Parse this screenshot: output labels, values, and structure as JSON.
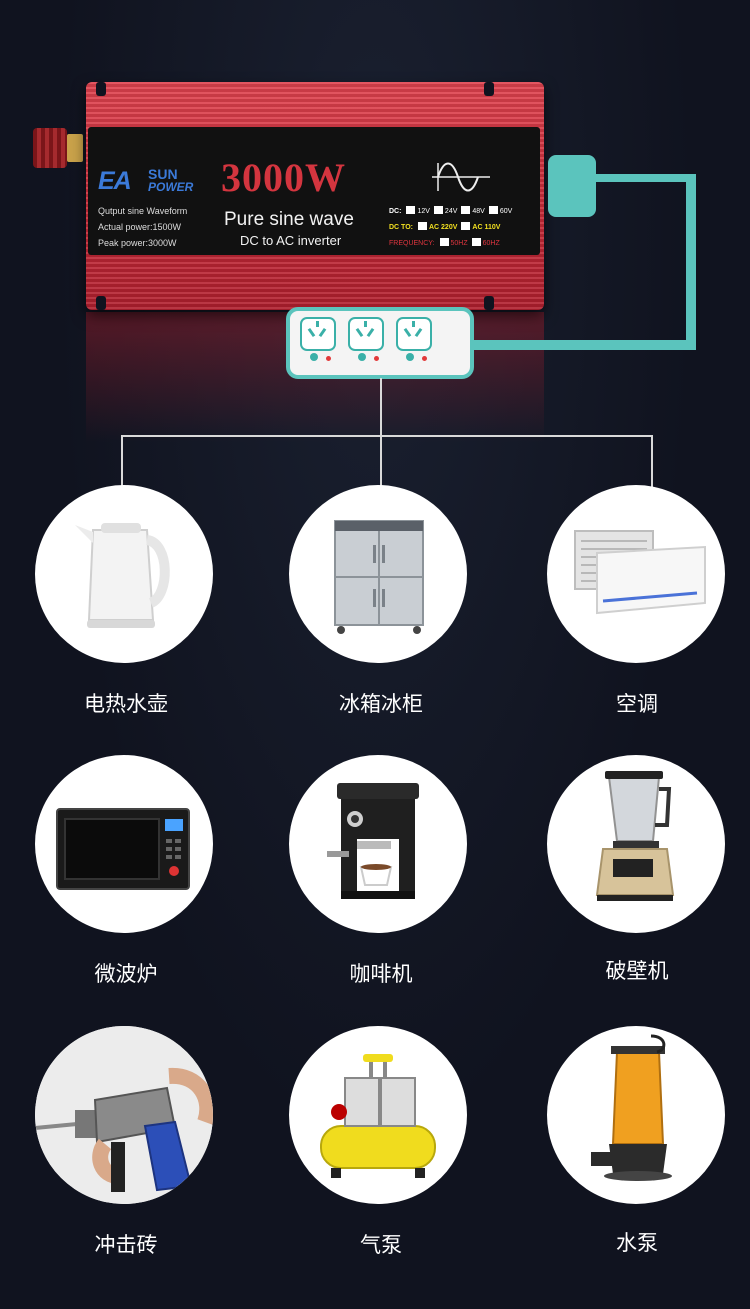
{
  "inverter": {
    "brand_main": "EA",
    "brand_sun": "SUN",
    "brand_power": "POWER",
    "spec_lines": [
      "Qutput sine Waveform",
      "Actual power:1500W",
      "Peak power:3000W"
    ],
    "wattage": "3000W",
    "subtitle": "Pure sine wave",
    "subtitle2": "DC to AC inverter",
    "dc_label": "DC:",
    "dc_options": [
      "12V",
      "24V",
      "48V",
      "60V"
    ],
    "dc_to_label": "DC TO:",
    "ac_options": [
      "AC 220V",
      "AC 110V"
    ],
    "frequency_label": "FREQUENCY:",
    "frequency_options": [
      "50HZ",
      "60HZ"
    ]
  },
  "colors": {
    "background": "#10131f",
    "inverter_red": "#d4353f",
    "teal": "#5bc4bd",
    "highlight_yellow": "#f2e020",
    "frequency_red": "#e0353f"
  },
  "appliances": [
    {
      "label": "电热水壶",
      "icon": "electric-kettle-icon"
    },
    {
      "label": "冰箱冰柜",
      "icon": "refrigerator-icon"
    },
    {
      "label": "空调",
      "icon": "air-conditioner-icon"
    },
    {
      "label": "微波炉",
      "icon": "microwave-icon"
    },
    {
      "label": "咖啡机",
      "icon": "coffee-machine-icon"
    },
    {
      "label": "破壁机",
      "icon": "blender-icon"
    },
    {
      "label": "冲击砖",
      "icon": "impact-drill-icon"
    },
    {
      "label": "气泵",
      "icon": "air-compressor-icon"
    },
    {
      "label": "水泵",
      "icon": "water-pump-icon"
    }
  ]
}
